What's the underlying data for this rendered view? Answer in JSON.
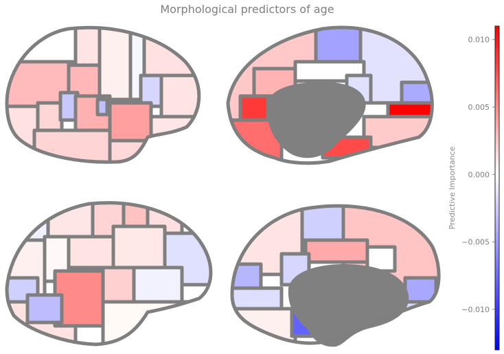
{
  "title": "Morphological predictors of age",
  "colorbar": {
    "label": "Predictive Importance",
    "ticks": [
      {
        "value": 0.01,
        "label": "0.010"
      },
      {
        "value": 0.005,
        "label": "0.005"
      },
      {
        "value": 0.0,
        "label": "0.000"
      },
      {
        "value": -0.005,
        "label": "−0.005"
      },
      {
        "value": -0.01,
        "label": "−0.010"
      }
    ],
    "range": [
      -0.013,
      0.011
    ],
    "colormap": "bwr",
    "colors": {
      "low": "#0000ff",
      "mid": "#ffffff",
      "high": "#ff0000"
    }
  },
  "views": [
    "left-lateral",
    "left-medial",
    "right-lateral",
    "right-medial"
  ],
  "colors": {
    "outline": "#7f7f7f",
    "medial_wall": "#808080"
  }
}
